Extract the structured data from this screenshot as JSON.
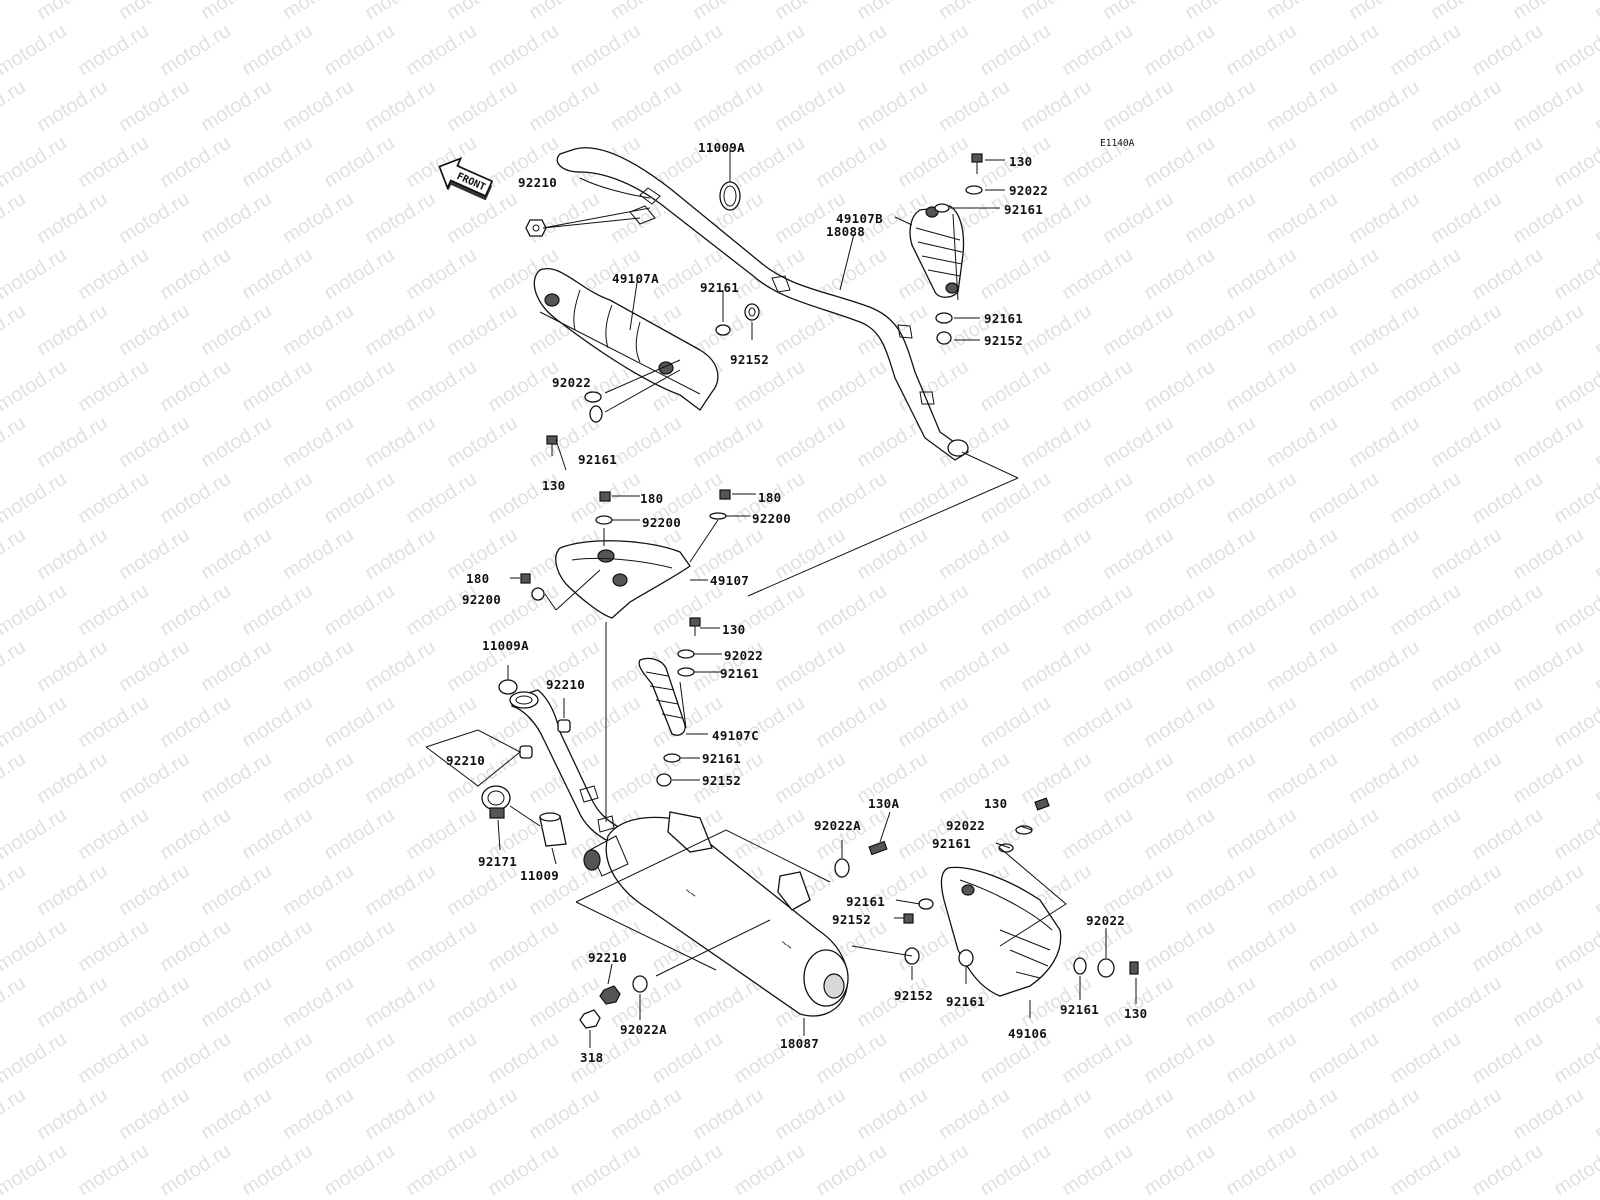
{
  "diagram_code": "E1140A",
  "front_label": "FRONT",
  "watermark_text": "motod.ru",
  "colors": {
    "line": "#111111",
    "watermark": "#c9c9c9",
    "background": "#ffffff"
  },
  "labels": {
    "p11009a_top": "11009A",
    "p92210_top": "92210",
    "p49107a": "49107A",
    "p92161_a": "92161",
    "p18088": "18088",
    "p92152_a": "92152",
    "p92022_a": "92022",
    "p92161_b": "92161",
    "p130_a": "130",
    "p130_b": "130",
    "p92022_b": "92022",
    "p49107b": "49107B",
    "p92161_c": "92161",
    "p92161_d": "92161",
    "p92152_b": "92152",
    "p180_a": "180",
    "p92200_a": "92200",
    "p180_b": "180",
    "p92200_b": "92200",
    "p180_c": "180",
    "p92200_c": "92200",
    "p49107": "49107",
    "p130_c": "130",
    "p92022_c": "92022",
    "p92161_e": "92161",
    "p49107c": "49107C",
    "p92161_f": "92161",
    "p92152_c": "92152",
    "p11009a_mid": "11009A",
    "p92210_a": "92210",
    "p92210_b": "92210",
    "p92171": "92171",
    "p11009": "11009",
    "p92022a_a": "92022A",
    "p130a": "130A",
    "p130_d": "130",
    "p92022_d": "92022",
    "p92161_g": "92161",
    "p92161_h": "92161",
    "p92152_d": "92152",
    "p92152_e": "92152",
    "p92161_i": "92161",
    "p49106": "49106",
    "p92161_j": "92161",
    "p92022_e": "92022",
    "p130_e": "130",
    "p92210_c": "92210",
    "p318": "318",
    "p92022a_b": "92022A",
    "p18087": "18087"
  }
}
